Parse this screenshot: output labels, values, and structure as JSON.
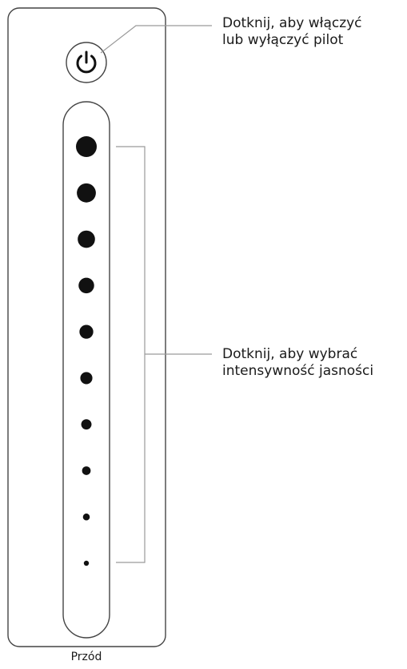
{
  "annotations": {
    "power": [
      "Dotknij, aby włączyć",
      "lub wyłączyć pilot"
    ],
    "brightness": [
      "Dotknij, aby wybrać",
      "intensywność jasności"
    ]
  },
  "view_caption": "Przód",
  "brightness_levels": 10,
  "icons": {
    "power_button": "power-icon",
    "brightness_dot": "brightness-level-dot-icon"
  },
  "colors": {
    "outline": "#444444",
    "leader_line": "#9a9a9a",
    "dot": "#111111",
    "text": "#1a1a1a"
  }
}
